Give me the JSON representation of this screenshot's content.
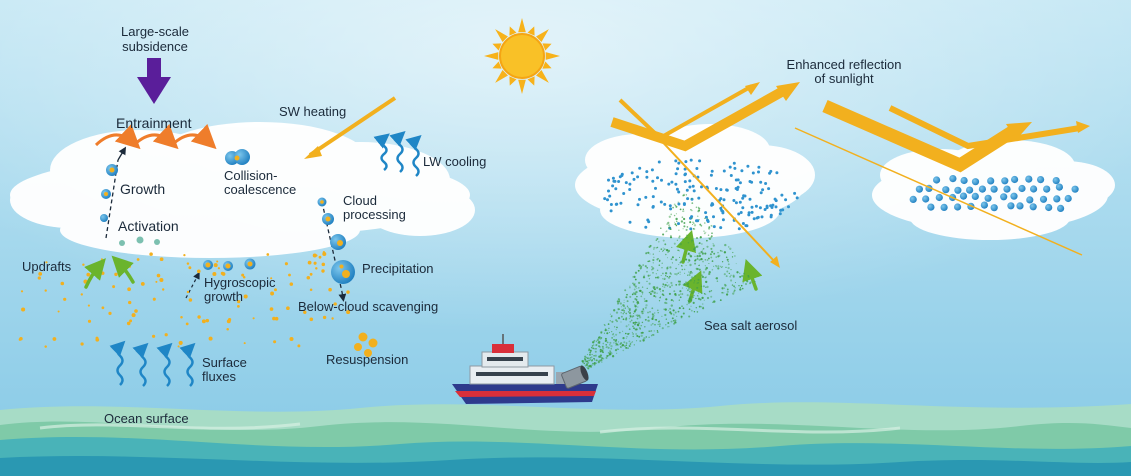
{
  "labels": {
    "subsidence_line1": "Large-scale",
    "subsidence_line2": "subsidence",
    "entrainment": "Entrainment",
    "growth": "Growth",
    "collision_line1": "Collision-",
    "collision_line2": "coalescence",
    "activation": "Activation",
    "updrafts": "Updrafts",
    "hygroscopic_line1": "Hygroscopic",
    "hygroscopic_line2": "growth",
    "sw_heating": "SW heating",
    "lw_cooling": "LW cooling",
    "cloud_processing_line1": "Cloud",
    "cloud_processing_line2": "processing",
    "precipitation": "Precipitation",
    "below_cloud_scavenging": "Below-cloud scavenging",
    "surface_fluxes_line1": "Surface",
    "surface_fluxes_line2": "fluxes",
    "resuspension": "Resuspension",
    "ocean_surface": "Ocean surface",
    "enhanced_reflection_line1": "Enhanced reflection",
    "enhanced_reflection_line2": "of sunlight",
    "sea_salt_aerosol": "Sea salt aerosol"
  },
  "colors": {
    "sky_top": "#b7e1f1",
    "sky_bottom": "#8ccde9",
    "sun": "#f7b21a",
    "subsidence_arrow": "#5a1e9a",
    "entrainment_arrow": "#ef7d2b",
    "sunlight_arrow": "#f2b01e",
    "wavy_arrow": "#1f86c6",
    "updraft_arrow": "#6ab42d",
    "droplet": "#2f93cf",
    "aerosol_dot": "#f2b01e",
    "spray": "#3fa04a",
    "ocean_green": "#76c9a8",
    "ocean_teal": "#2aa3b4"
  }
}
